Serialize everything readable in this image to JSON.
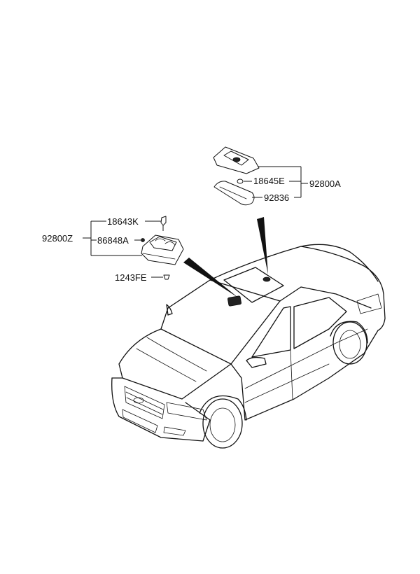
{
  "diagram": {
    "labels": {
      "assembly_rear": "92800A",
      "bulb_rear": "18645E",
      "lens_rear": "92836",
      "assembly_front": "92800Z",
      "bulb_front": "18643K",
      "part_front": "86848A",
      "screw_front": "1243FE"
    }
  }
}
